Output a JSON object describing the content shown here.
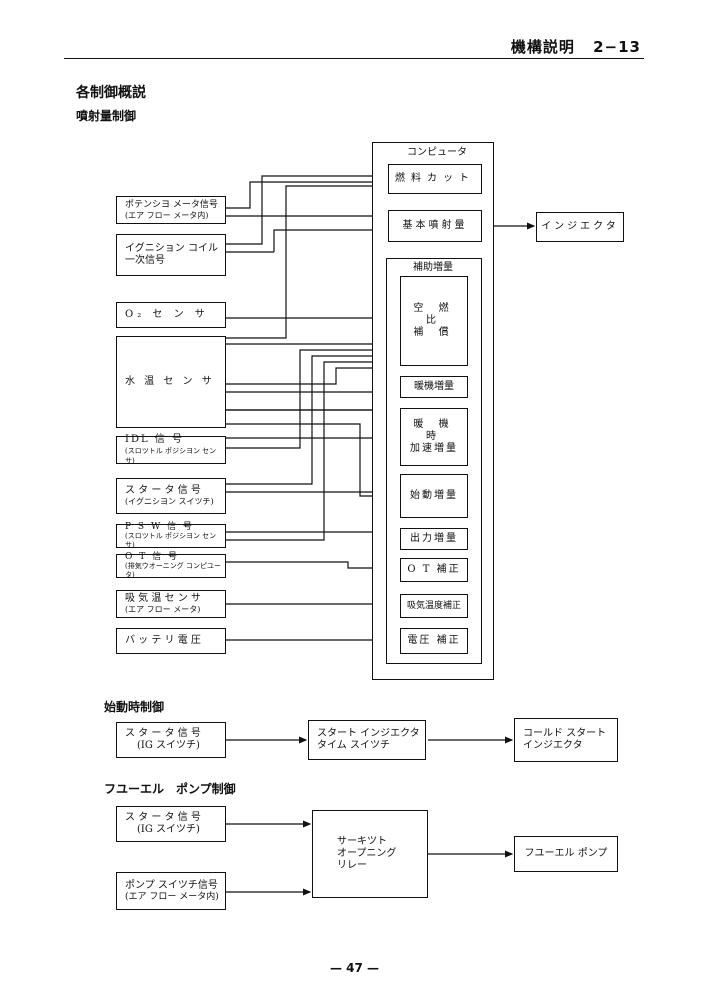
{
  "header": {
    "title": "機構説明",
    "page_ref": "2−13"
  },
  "section_title": "各制御概説",
  "injection": {
    "title": "噴射量制御",
    "computer_label": "コンピュータ",
    "fuel_cut": "燃料カット",
    "basic_injection": "基本噴射量",
    "injector": "インジエクタ",
    "aux_increase": "補助増量",
    "inputs": {
      "potentiometer": {
        "l1": "ポテンシヨ メータ信号",
        "l2": "(エア フロー メータ内)"
      },
      "ignition": {
        "l1": "イグニション コイル",
        "l2": "一次信号"
      },
      "o2": {
        "l1": "O₂ セ ン サ"
      },
      "water_temp": {
        "l1": "水 温 セ ン サ"
      },
      "idl": {
        "l1": "IDL 信 号",
        "l2": "(スロツトル ポジシヨン センサ)"
      },
      "starter": {
        "l1": "ス タ ー タ 信 号",
        "l2": "(イグニシヨン スイツチ)"
      },
      "psw": {
        "l1": "P S W 信 号",
        "l2": "(スロツトル ポジシヨン センサ)"
      },
      "ot": {
        "l1": "O T 信 号",
        "l2": "(排気ウオーニング コンピユータ)"
      },
      "intake_air_temp": {
        "l1": "吸 気 温 セ ン サ",
        "l2": "(エア フロー メータ)"
      },
      "battery": {
        "l1": "バ ッ テ リ 電 圧"
      }
    },
    "corrections": {
      "air_fuel": {
        "l1": "空 燃 比",
        "l2": "補 償"
      },
      "warmup": "暖機増量",
      "warmup_accel": {
        "l1": "暖 機 時",
        "l2": "加速増量"
      },
      "start": "始動増量",
      "power": "出力増量",
      "ot": "O T 補正",
      "intake_temp": "吸気温度補正",
      "voltage": "電圧 補正"
    }
  },
  "start_control": {
    "title": "始動時制御",
    "starter_signal": {
      "l1": "ス タ ー タ 信 号",
      "l2": "(IG スイツチ)"
    },
    "timer_switch": {
      "l1": "スタート インジエクタ",
      "l2": "タイム スイツチ"
    },
    "cold_start": {
      "l1": "コールド スタート",
      "l2": "インジエクタ"
    }
  },
  "pump_control": {
    "title": "フユーエル　ポンプ制御",
    "starter_signal": {
      "l1": "ス タ ー タ 信 号",
      "l2": "(IG スイツチ)"
    },
    "pump_switch": {
      "l1": "ポンプ スイツチ信号",
      "l2": "(エア フロー メータ内)"
    },
    "relay": {
      "l1": "サーキツト",
      "l2": "オープニング",
      "l3": "リレー"
    },
    "fuel_pump": "フユーエル ポンプ"
  },
  "footer": {
    "page_number": "— 47 —"
  }
}
